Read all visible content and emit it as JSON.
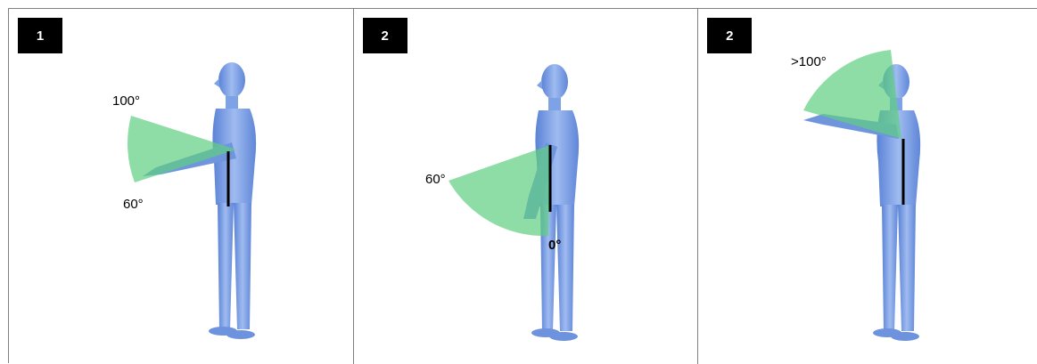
{
  "panels": [
    {
      "badge": "1",
      "labels": {
        "upper": "100°",
        "lower": "60°"
      }
    },
    {
      "badge": "2",
      "labels": {
        "upper": "60°",
        "lower": "0°"
      }
    },
    {
      "badge": "2",
      "labels": {
        "upper": ">100°"
      }
    }
  ],
  "colors": {
    "body": "#7da3e6",
    "body_dark": "#4f77d0",
    "sector": "#5fcf80",
    "border": "#7f7f7f"
  }
}
